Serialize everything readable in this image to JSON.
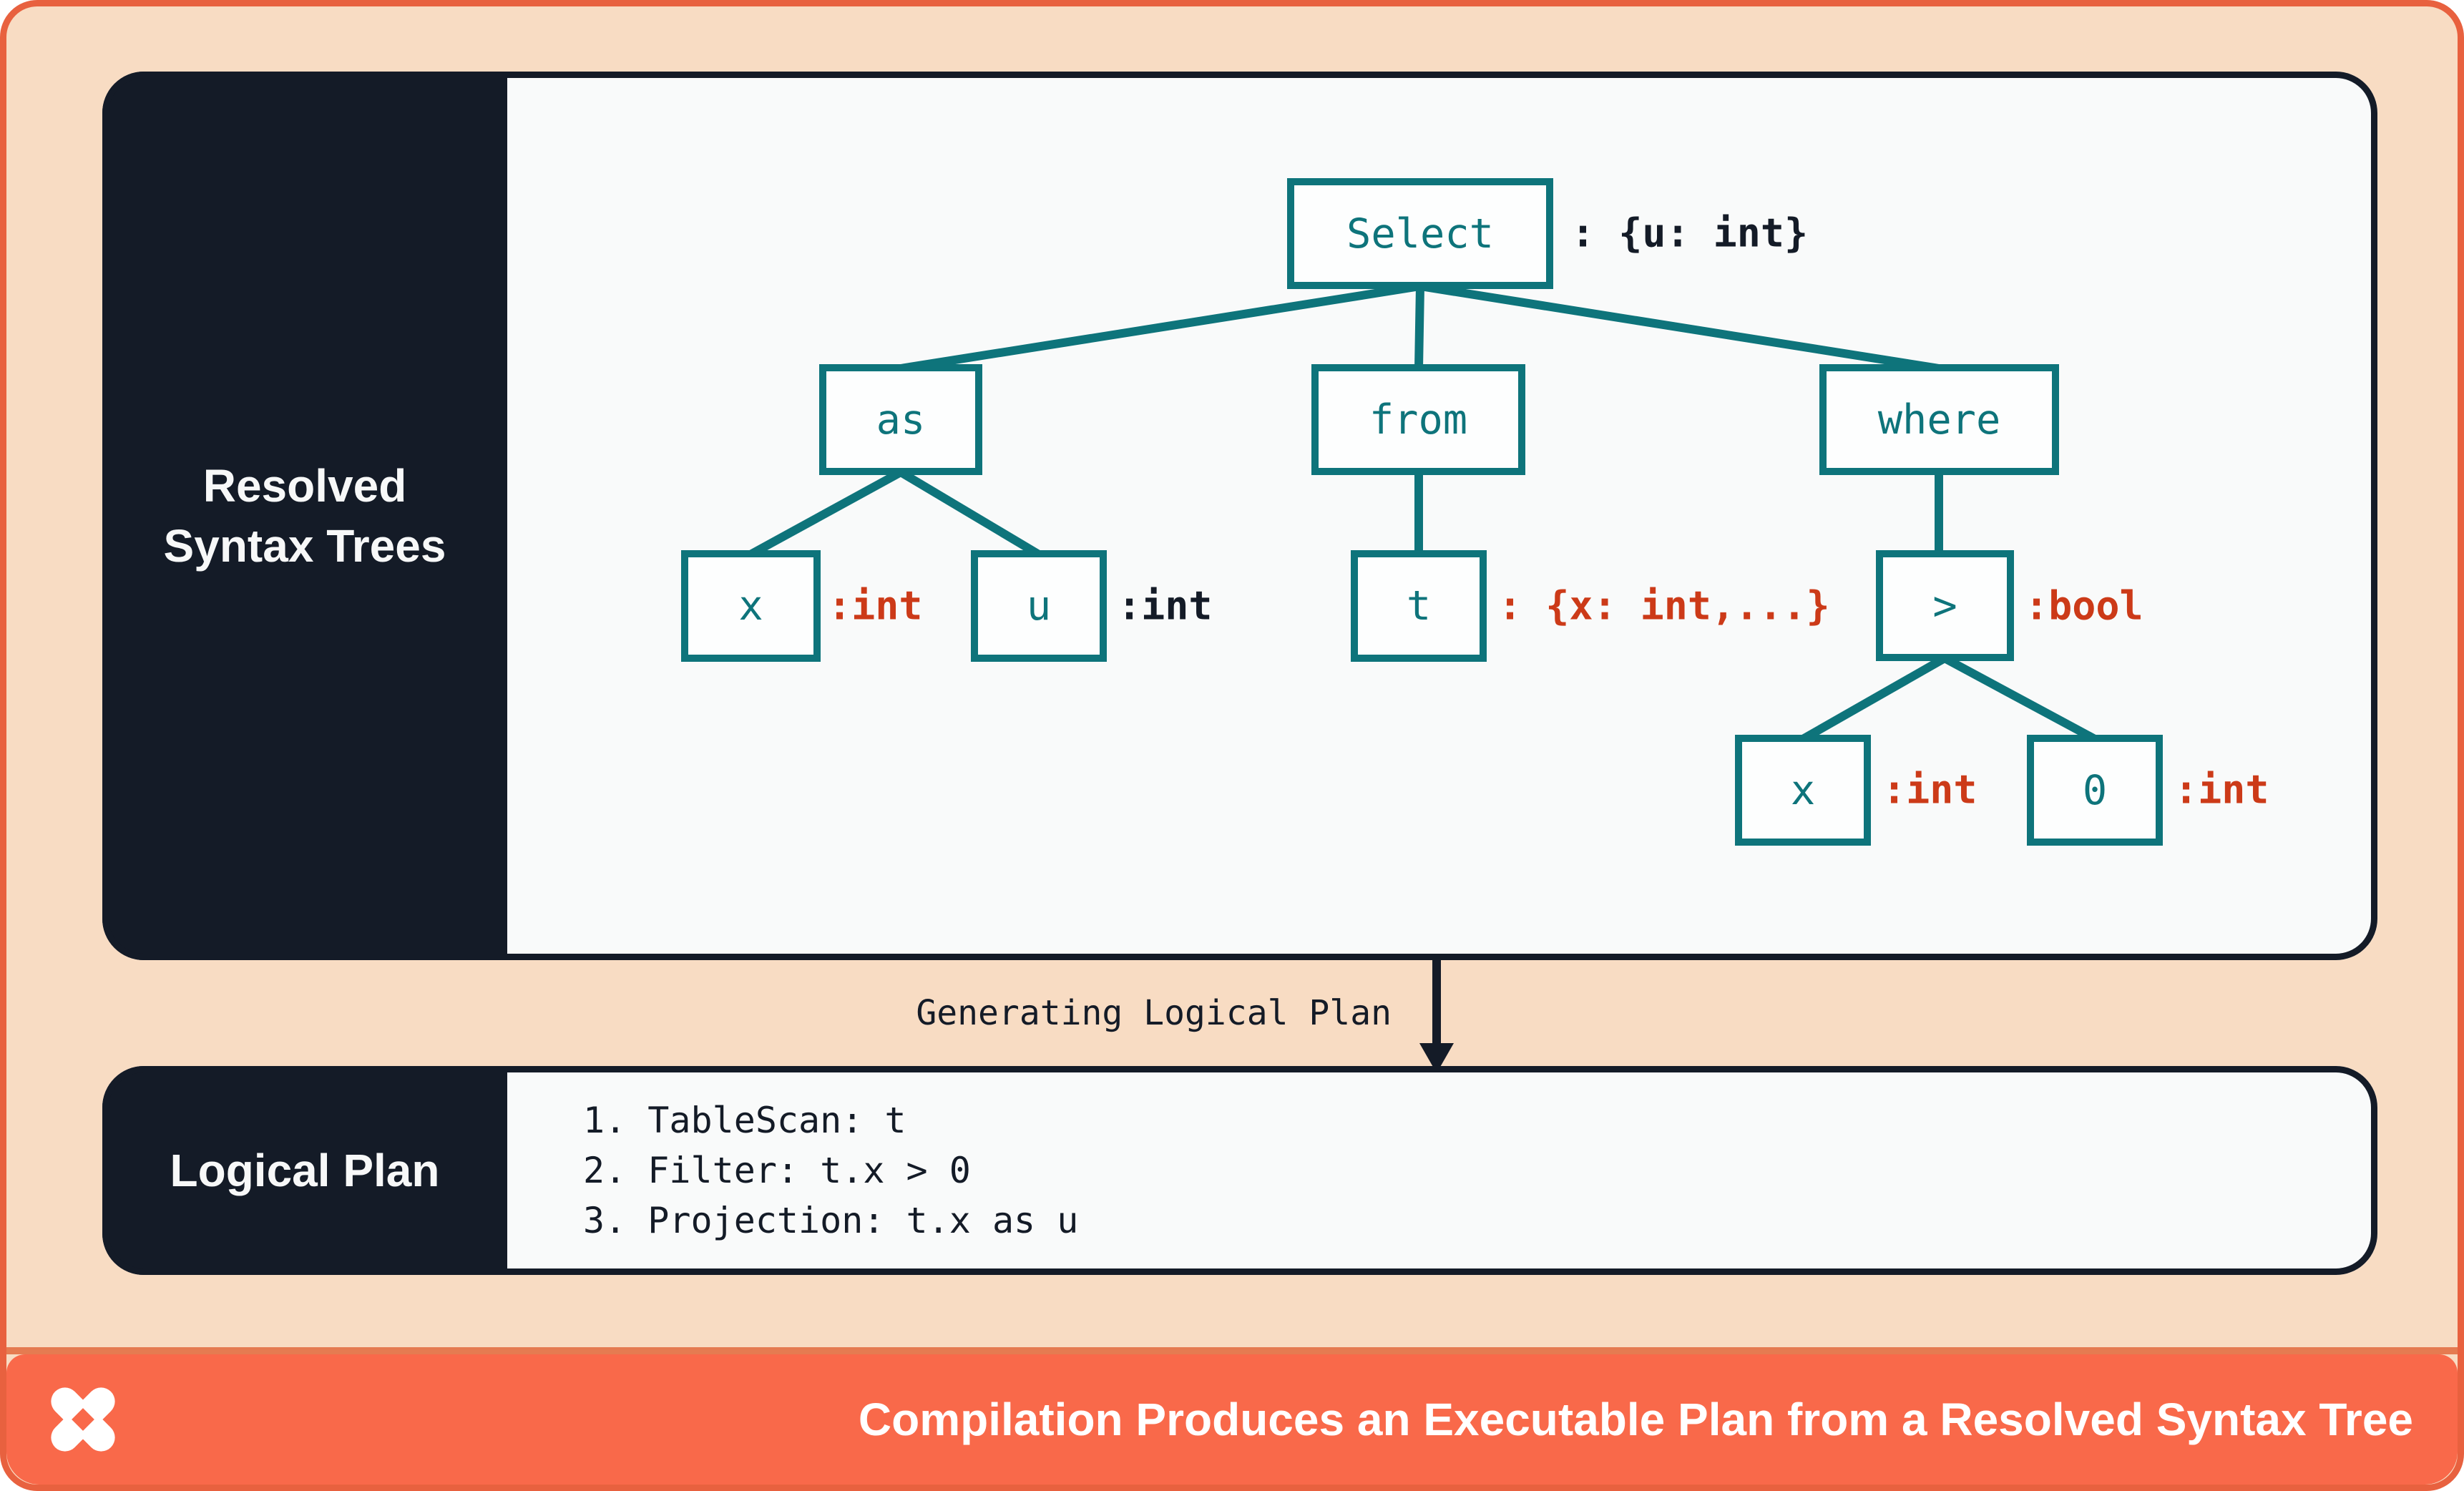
{
  "colors": {
    "navy": "#141b27",
    "teal": "#0e747b",
    "red": "#cc3a18",
    "peach_background": "#f8dcc3",
    "panel_background": "#f9fafa",
    "frame_border_orange": "#e8613f",
    "footer_orange": "#f9694a",
    "divider_band": "#e57b51",
    "white": "#ffffff"
  },
  "rst_panel": {
    "sidebar_label_line1": "Resolved",
    "sidebar_label_line2": "Syntax Trees",
    "tree": {
      "select": {
        "label": "Select",
        "annotation": ": {u: int}"
      },
      "as": {
        "label": "as"
      },
      "from": {
        "label": "from"
      },
      "where": {
        "label": "where"
      },
      "x1": {
        "label": "x",
        "annotation": ":int"
      },
      "u": {
        "label": "u",
        "annotation": ":int"
      },
      "t": {
        "label": "t",
        "annotation": ": {x: int,...}"
      },
      "gt": {
        "label": ">",
        "annotation": ":bool"
      },
      "x2": {
        "label": "x",
        "annotation": ":int"
      },
      "zero": {
        "label": "0",
        "annotation": ":int"
      }
    }
  },
  "transition": {
    "label": "Generating Logical Plan"
  },
  "plan_panel": {
    "sidebar_label": "Logical Plan",
    "steps": [
      "1. TableScan: t",
      "2. Filter: t.x > 0",
      "3. Projection: t.x as u"
    ]
  },
  "footer": {
    "title": "Compilation Produces an Executable Plan from a Resolved Syntax Tree",
    "logo": "pinwheel-x-logo"
  }
}
